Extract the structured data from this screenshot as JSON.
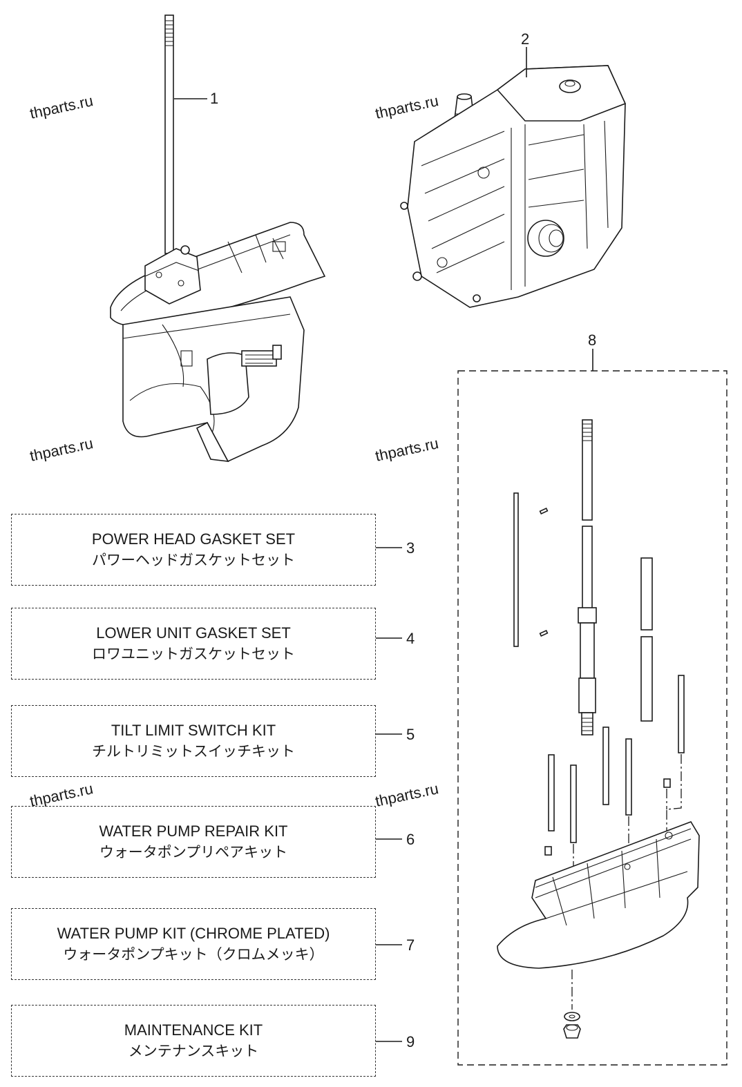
{
  "watermark_text": "thparts.ru",
  "callouts": {
    "c1": "1",
    "c2": "2",
    "c3": "3",
    "c4": "4",
    "c5": "5",
    "c6": "6",
    "c7": "7",
    "c8": "8",
    "c9": "9"
  },
  "kits": [
    {
      "en": "POWER HEAD GASKET SET",
      "ja": "パワーヘッドガスケットセット",
      "ref": "3"
    },
    {
      "en": "LOWER UNIT GASKET SET",
      "ja": "ロワユニットガスケットセット",
      "ref": "4"
    },
    {
      "en": "TILT LIMIT SWITCH KIT",
      "ja": "チルトリミットスイッチキット",
      "ref": "5"
    },
    {
      "en": "WATER PUMP REPAIR KIT",
      "ja": "ウォータポンプリペアキット",
      "ref": "6"
    },
    {
      "en": "WATER PUMP KIT (CHROME PLATED)",
      "ja": "ウォータポンプキット（クロムメッキ）",
      "ref": "7"
    },
    {
      "en": "MAINTENANCE KIT",
      "ja": "メンテナンスキット",
      "ref": "9"
    }
  ]
}
